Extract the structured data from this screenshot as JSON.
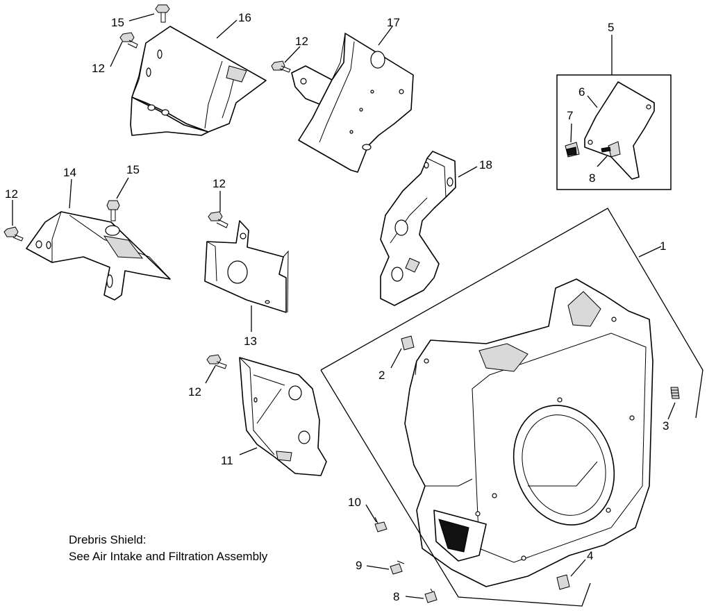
{
  "callouts": {
    "c1": "1",
    "c2": "2",
    "c3": "3",
    "c4": "4",
    "c5": "5",
    "c6": "6",
    "c7": "7",
    "c8a": "8",
    "c8b": "8",
    "c9": "9",
    "c10": "10",
    "c11": "11",
    "c12a": "12",
    "c12b": "12",
    "c12c": "12",
    "c12d": "12",
    "c12e": "12",
    "c13": "13",
    "c14": "14",
    "c15a": "15",
    "c15b": "15",
    "c16": "16",
    "c17": "17",
    "c18": "18"
  },
  "note": {
    "line1": "Drebris Shield:",
    "line2": "See Air Intake and Filtration Assembly"
  }
}
